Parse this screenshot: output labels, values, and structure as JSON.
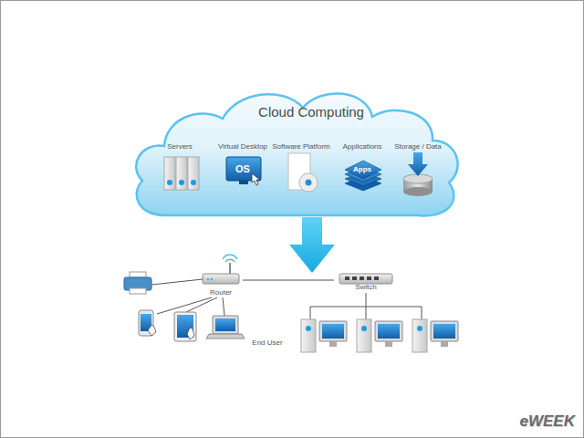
{
  "diagram": {
    "nodes": [
      {
        "text": [
          "Cloud Computing"
        ]
      },
      {
        "text": [
          "Servers"
        ],
        "in": 0
      },
      {
        "text": [
          "Virtual Desktop",
          "OS"
        ],
        "in": 0
      },
      {
        "text": [
          "Software Platform"
        ],
        "in": 0
      },
      {
        "text": [
          "Applications",
          "Apps"
        ],
        "in": 0
      },
      {
        "text": [
          "Storage / Data"
        ],
        "in": 0
      },
      {
        "text": [
          "Router"
        ]
      },
      {
        "text": [
          "Switch"
        ]
      }
    ],
    "edges": [
      {
        "from": 6,
        "to": 7,
        "arrow": "none"
      }
    ],
    "labels": [
      "End User",
      "eWEEK"
    ]
  }
}
